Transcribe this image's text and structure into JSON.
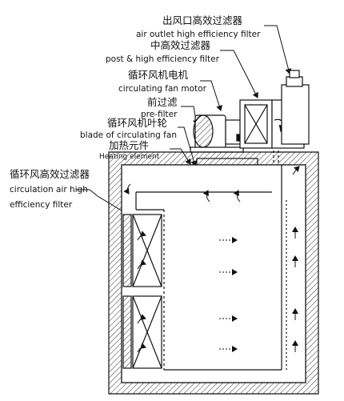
{
  "labels": {
    "air_outlet_zh": "出风口高效过滤器",
    "air_outlet_en": "air outlet high efficiency filter",
    "post_filter_zh": "中高效过滤器",
    "post_filter_en": "post & high efficiency filter",
    "fan_motor_zh": "循环风机电机",
    "fan_motor_en": "circulating fan motor",
    "pre_filter_zh": "前过滤",
    "pre_filter_en": "pre-filter",
    "blade_zh": "循环风机叶轮",
    "blade_en": "blade of circulating fan",
    "heating_zh": "加热元件",
    "heating_en": "Heating element",
    "circulation_zh": "循环风高效过滤器",
    "circulation_en_1": "circulation air high",
    "circulation_en_2": "efficiency filter"
  },
  "colors": {
    "line": "#1a1a1a",
    "hatch": "#333333",
    "background": "#ffffff"
  }
}
